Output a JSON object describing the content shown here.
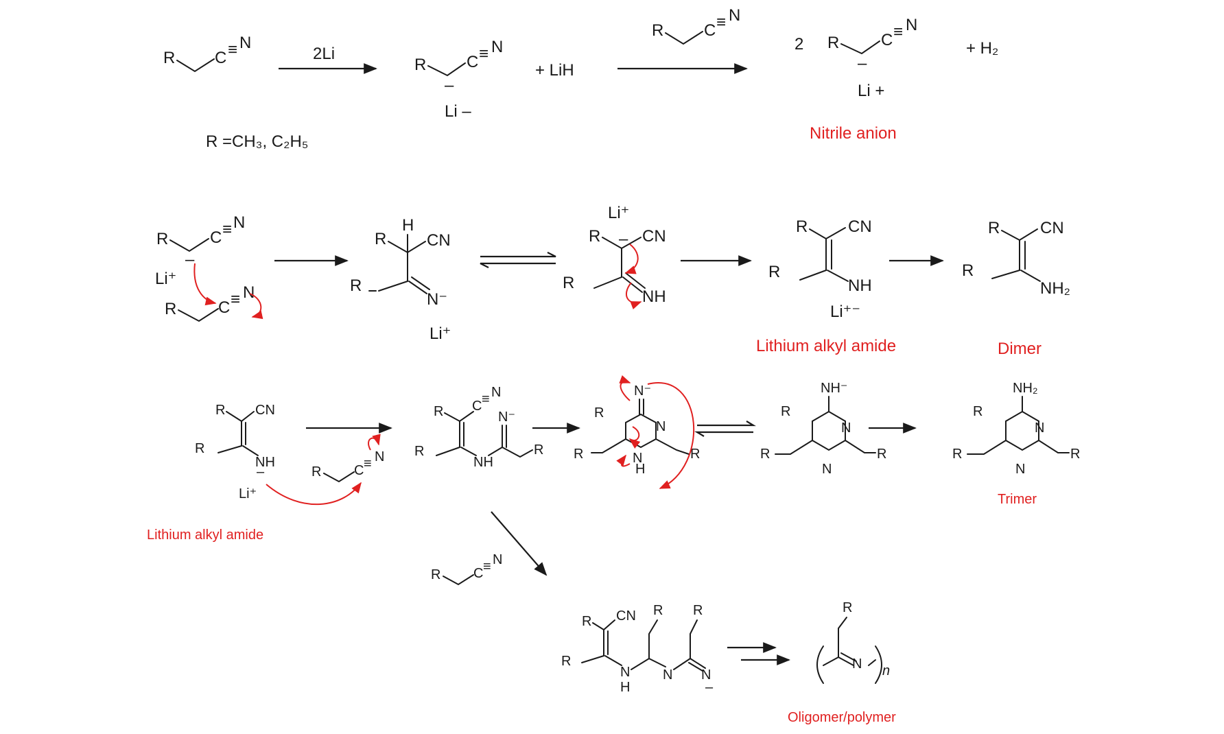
{
  "colors": {
    "ink": "#1a1a1a",
    "accent": "#e02020",
    "background": "#ffffff"
  },
  "atoms": {
    "R": "R",
    "C": "C",
    "N": "N",
    "H": "H",
    "CN": "CN",
    "NH": "NH",
    "NH2": "NH₂",
    "NHminus": "NH⁻",
    "Nminus": "N⁻",
    "triple": "≡",
    "minus": "–",
    "two": "2",
    "n": "n"
  },
  "row1": {
    "reagent_2li": "2Li",
    "plus_lih": "+  LiH",
    "li_minus": "Li –",
    "r_definition": "R =CH₃, C₂H₅",
    "coefficient": "2",
    "li_plus": "Li +",
    "plus_h2": "+  H₂",
    "nitrile_anion_label": "Nitrile anion"
  },
  "row2": {
    "li_plus": "Li⁺",
    "li_minus_amide": "Li⁺⁻",
    "lithium_alkyl_amide_label": "Lithium alkyl amide",
    "dimer_label": "Dimer"
  },
  "row3": {
    "li_plus": "Li⁺",
    "lithium_alkyl_amide_label": "Lithium alkyl amide",
    "trimer_label": "Trimer"
  },
  "row4": {
    "oligomer_label": "Oligomer/polymer"
  }
}
